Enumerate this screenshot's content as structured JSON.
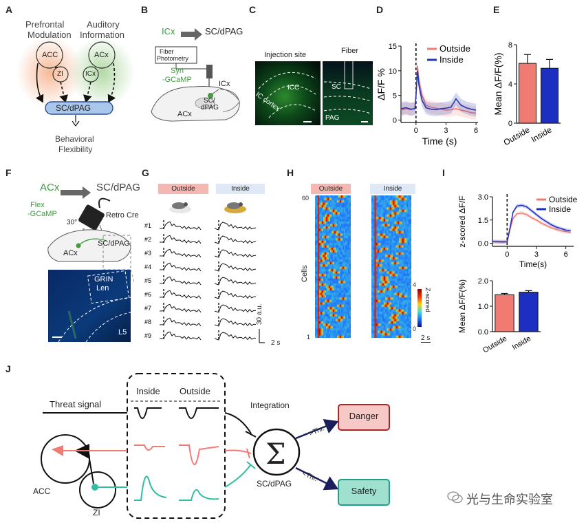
{
  "panels": {
    "A": "A",
    "B": "B",
    "C": "C",
    "D": "D",
    "E": "E",
    "F": "F",
    "G": "G",
    "H": "H",
    "I": "I",
    "J": "J"
  },
  "panel_a": {
    "pfc_title_1": "Prefrontal",
    "pfc_title_2": "Modulation",
    "aud_title_1": "Auditory",
    "aud_title_2": "Information",
    "node_acc": "ACC",
    "node_zi": "ZI",
    "node_acx": "ACx",
    "node_icx": "ICx",
    "target": "SC/dPAG",
    "outcome_1": "Behavioral",
    "outcome_2": "Flexibility",
    "colors": {
      "pfc_glow": "#f6b28c",
      "aud_glow": "#a9d59b",
      "target_fill": "#a9c7ec"
    }
  },
  "panel_b": {
    "source": "ICx",
    "target": "SC/dPAG",
    "fiber_label_1": "Fiber",
    "fiber_label_2": "Photometry",
    "virus_1": "Syn",
    "virus_2": "-GCaMP",
    "icx_label": "ICx",
    "sc_label_1": "SC/",
    "sc_label_2": "dPAG",
    "acx_label": "ACx",
    "green": "#3aa13a"
  },
  "panel_c": {
    "left_title": "Injection site",
    "right_title": "Fiber",
    "icc": "ICC",
    "ic_cortex": "IC cortex",
    "sc": "SC",
    "pag": "PAG"
  },
  "panel_d": {
    "chart_data": {
      "type": "line",
      "xlabel": "Time (s)",
      "ylabel": "ΔF/F %",
      "xlim": [
        -1.5,
        6.2
      ],
      "ylim": [
        -0.5,
        15
      ],
      "xticks": [
        "0",
        "3",
        "6"
      ],
      "yticks": [
        "0",
        "5",
        "10",
        "15"
      ],
      "legend_placement": "top-right",
      "series": [
        {
          "name": "Outside",
          "color": "#f07b73",
          "x": [
            -1.5,
            -1,
            -0.5,
            -0.1,
            0,
            0.15,
            0.3,
            0.6,
            1,
            1.5,
            2,
            2.5,
            3,
            3.5,
            4,
            4.5,
            5,
            5.5,
            6
          ],
          "y": [
            2,
            2.3,
            2.1,
            2.4,
            5,
            11,
            8,
            5,
            3,
            2.6,
            2.4,
            2.2,
            2,
            2.1,
            2.3,
            2,
            1.8,
            1.5,
            1.4
          ]
        },
        {
          "name": "Inside",
          "color": "#2338b5",
          "x": [
            -1.5,
            -1,
            -0.5,
            -0.1,
            0,
            0.15,
            0.3,
            0.6,
            1,
            1.5,
            2,
            2.5,
            3,
            3.5,
            4,
            4.5,
            5,
            5.5,
            6
          ],
          "y": [
            2.3,
            2.5,
            2.2,
            2.3,
            5,
            10,
            7,
            4,
            2.5,
            2.2,
            2.1,
            2.3,
            2.4,
            2.6,
            4.3,
            3,
            2.5,
            2.2,
            2
          ]
        }
      ]
    }
  },
  "panel_e": {
    "chart_data": {
      "type": "bar",
      "categories": [
        "Outside",
        "Inside"
      ],
      "values": [
        6.1,
        5.6
      ],
      "errors": [
        0.9,
        0.9
      ],
      "colors": [
        "#f07b73",
        "#1d2fc0"
      ],
      "ylabel": "Mean ΔF/F(%)",
      "ylim": [
        0,
        8
      ],
      "yticks": [
        "0",
        "4",
        "8"
      ]
    }
  },
  "panel_f": {
    "source": "ACx",
    "target": "SC/dPAG",
    "virus_1": "Flex",
    "virus_2": "-GCaMP",
    "angle": "30°",
    "retro": "Retro Cre",
    "sc_label": "SC/dPAG",
    "acx_label": "ACx",
    "grin_1": "GRIN",
    "grin_2": "Len",
    "l5": "L5"
  },
  "panel_g": {
    "outside": "Outside",
    "inside": "Inside",
    "rows": [
      "#1",
      "#2",
      "#3",
      "#4",
      "#5",
      "#6",
      "#7",
      "#8",
      "#9"
    ],
    "scale_y": "30 a.u.",
    "scale_x": "2 s"
  },
  "panel_h": {
    "outside": "Outside",
    "inside": "Inside",
    "ylabel": "Cells",
    "ytop": "60",
    "ybottom": "1",
    "cbar_label": "Z-scored",
    "cbar_max": "4",
    "cbar_min": "0",
    "scale_x": "2 s"
  },
  "panel_i": {
    "line": {
      "chart_data": {
        "type": "line",
        "xlabel": "Time(s)",
        "ylabel": "z-scored ΔF/F",
        "xlim": [
          -1.5,
          6.8
        ],
        "ylim": [
          -0.2,
          3.0
        ],
        "xticks": [
          "0",
          "3",
          "6"
        ],
        "yticks": [
          "0.0",
          "1.5",
          "3.0"
        ],
        "legend_placement": "top-right",
        "series": [
          {
            "name": "Outside",
            "color": "#f07b73",
            "x": [
              -1.5,
              -1,
              -0.5,
              0,
              0.3,
              0.6,
              1,
              1.5,
              2,
              2.5,
              3,
              3.5,
              4,
              4.5,
              5,
              5.5,
              6,
              6.5
            ],
            "y": [
              0.1,
              0.08,
              0.1,
              0.1,
              0.9,
              1.6,
              1.9,
              1.95,
              1.85,
              1.65,
              1.5,
              1.3,
              1.15,
              1.0,
              0.9,
              0.8,
              0.75,
              0.7
            ]
          },
          {
            "name": "Inside",
            "color": "#1d2fc0",
            "x": [
              -1.5,
              -1,
              -0.5,
              0,
              0.3,
              0.6,
              1,
              1.5,
              2,
              2.5,
              3,
              3.5,
              4,
              4.5,
              5,
              5.5,
              6,
              6.5
            ],
            "y": [
              0.1,
              0.1,
              0.08,
              0.1,
              1.0,
              2.0,
              2.4,
              2.45,
              2.35,
              2.1,
              1.85,
              1.6,
              1.4,
              1.2,
              1.05,
              0.95,
              0.85,
              0.8
            ]
          }
        ]
      }
    },
    "bar": {
      "chart_data": {
        "type": "bar",
        "categories": [
          "Outside",
          "Inside"
        ],
        "values": [
          1.45,
          1.55
        ],
        "errors": [
          0.05,
          0.06
        ],
        "colors": [
          "#f07b73",
          "#1d2fc0"
        ],
        "ylabel": "Mean ΔF/F(%)",
        "ylim": [
          0,
          2.0
        ],
        "yticks": [
          "0.0",
          "1.0",
          "2.0"
        ]
      }
    }
  },
  "panel_j": {
    "inside": "Inside",
    "outside": "Outside",
    "threat": "Threat signal",
    "integration": "Integration",
    "acc": "ACC",
    "zi": "ZI",
    "sigma": "Σ",
    "target": "SC/dPAG",
    "above": ">Thr.",
    "below": "<Thr.",
    "danger": "Danger",
    "safety": "Safety",
    "colors": {
      "salmon": "#f07b73",
      "teal": "#2fbfa0",
      "danger_fill": "#f6c9c6",
      "danger_border": "#b22222",
      "safety_fill": "#9fe0cf",
      "safety_border": "#1f9f86",
      "navy": "#1a1f5c"
    }
  },
  "watermark": "光与生命实验室"
}
